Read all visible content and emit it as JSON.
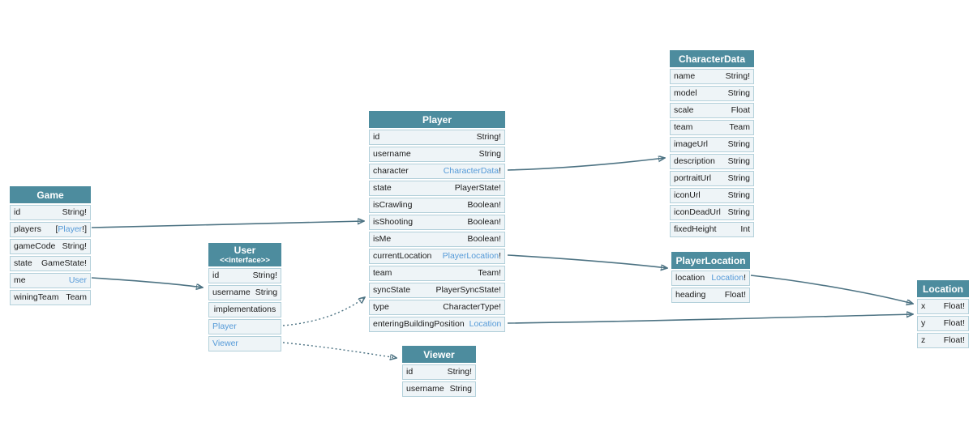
{
  "diagram": {
    "colors": {
      "header_teal": "#4d8c9e",
      "row_background": "#eef4f7",
      "row_border": "#b3d0da",
      "type_link_blue": "#559ad8",
      "edge_line": "#4d7383"
    },
    "tables": [
      {
        "id": "game",
        "title": "Game",
        "rows": [
          {
            "name": "id",
            "type_parts": [
              {
                "text": "String!"
              }
            ]
          },
          {
            "name": "players",
            "type_parts": [
              {
                "text": "["
              },
              {
                "text": "Player",
                "link": true
              },
              {
                "text": "!]"
              }
            ]
          },
          {
            "name": "gameCode",
            "type_parts": [
              {
                "text": "String!"
              }
            ]
          },
          {
            "name": "state",
            "type_parts": [
              {
                "text": "GameState!"
              }
            ]
          },
          {
            "name": "me",
            "type_parts": [
              {
                "text": "User",
                "link": true
              }
            ]
          },
          {
            "name": "winingTeam",
            "type_parts": [
              {
                "text": "Team"
              }
            ]
          }
        ]
      },
      {
        "id": "user",
        "title": "User",
        "stereotype": "<<interface>>",
        "rows": [
          {
            "name": "id",
            "type_parts": [
              {
                "text": "String!"
              }
            ]
          },
          {
            "name": "username",
            "type_parts": [
              {
                "text": "String"
              }
            ]
          },
          {
            "label": "implementations"
          },
          {
            "name": "Player",
            "link_row": true
          },
          {
            "name": "Viewer",
            "link_row": true
          }
        ]
      },
      {
        "id": "player",
        "title": "Player",
        "rows": [
          {
            "name": "id",
            "type_parts": [
              {
                "text": "String!"
              }
            ]
          },
          {
            "name": "username",
            "type_parts": [
              {
                "text": "String"
              }
            ]
          },
          {
            "name": "character",
            "type_parts": [
              {
                "text": "CharacterData",
                "link": true
              },
              {
                "text": "!"
              }
            ]
          },
          {
            "name": "state",
            "type_parts": [
              {
                "text": "PlayerState!"
              }
            ]
          },
          {
            "name": "isCrawling",
            "type_parts": [
              {
                "text": "Boolean!"
              }
            ]
          },
          {
            "name": "isShooting",
            "type_parts": [
              {
                "text": "Boolean!"
              }
            ]
          },
          {
            "name": "isMe",
            "type_parts": [
              {
                "text": "Boolean!"
              }
            ]
          },
          {
            "name": "currentLocation",
            "type_parts": [
              {
                "text": "PlayerLocation",
                "link": true
              },
              {
                "text": "!"
              }
            ]
          },
          {
            "name": "team",
            "type_parts": [
              {
                "text": "Team!"
              }
            ]
          },
          {
            "name": "syncState",
            "type_parts": [
              {
                "text": "PlayerSyncState!"
              }
            ]
          },
          {
            "name": "type",
            "type_parts": [
              {
                "text": "CharacterType!"
              }
            ]
          },
          {
            "name": "enteringBuildingPosition",
            "type_parts": [
              {
                "text": "Location",
                "link": true
              }
            ]
          }
        ]
      },
      {
        "id": "characterdata",
        "title": "CharacterData",
        "rows": [
          {
            "name": "name",
            "type_parts": [
              {
                "text": "String!"
              }
            ]
          },
          {
            "name": "model",
            "type_parts": [
              {
                "text": "String"
              }
            ]
          },
          {
            "name": "scale",
            "type_parts": [
              {
                "text": "Float"
              }
            ]
          },
          {
            "name": "team",
            "type_parts": [
              {
                "text": "Team"
              }
            ]
          },
          {
            "name": "imageUrl",
            "type_parts": [
              {
                "text": "String"
              }
            ]
          },
          {
            "name": "description",
            "type_parts": [
              {
                "text": "String"
              }
            ]
          },
          {
            "name": "portraitUrl",
            "type_parts": [
              {
                "text": "String"
              }
            ]
          },
          {
            "name": "iconUrl",
            "type_parts": [
              {
                "text": "String"
              }
            ]
          },
          {
            "name": "iconDeadUrl",
            "type_parts": [
              {
                "text": "String"
              }
            ]
          },
          {
            "name": "fixedHeight",
            "type_parts": [
              {
                "text": "Int"
              }
            ]
          }
        ]
      },
      {
        "id": "playerlocation",
        "title": "PlayerLocation",
        "rows": [
          {
            "name": "location",
            "type_parts": [
              {
                "text": "Location",
                "link": true
              },
              {
                "text": "!"
              }
            ]
          },
          {
            "name": "heading",
            "type_parts": [
              {
                "text": "Float!"
              }
            ]
          }
        ]
      },
      {
        "id": "location",
        "title": "Location",
        "rows": [
          {
            "name": "x",
            "type_parts": [
              {
                "text": "Float!"
              }
            ]
          },
          {
            "name": "y",
            "type_parts": [
              {
                "text": "Float!"
              }
            ]
          },
          {
            "name": "z",
            "type_parts": [
              {
                "text": "Float!"
              }
            ]
          }
        ]
      },
      {
        "id": "viewer",
        "title": "Viewer",
        "rows": [
          {
            "name": "id",
            "type_parts": [
              {
                "text": "String!"
              }
            ]
          },
          {
            "name": "username",
            "type_parts": [
              {
                "text": "String"
              }
            ]
          }
        ]
      }
    ]
  }
}
